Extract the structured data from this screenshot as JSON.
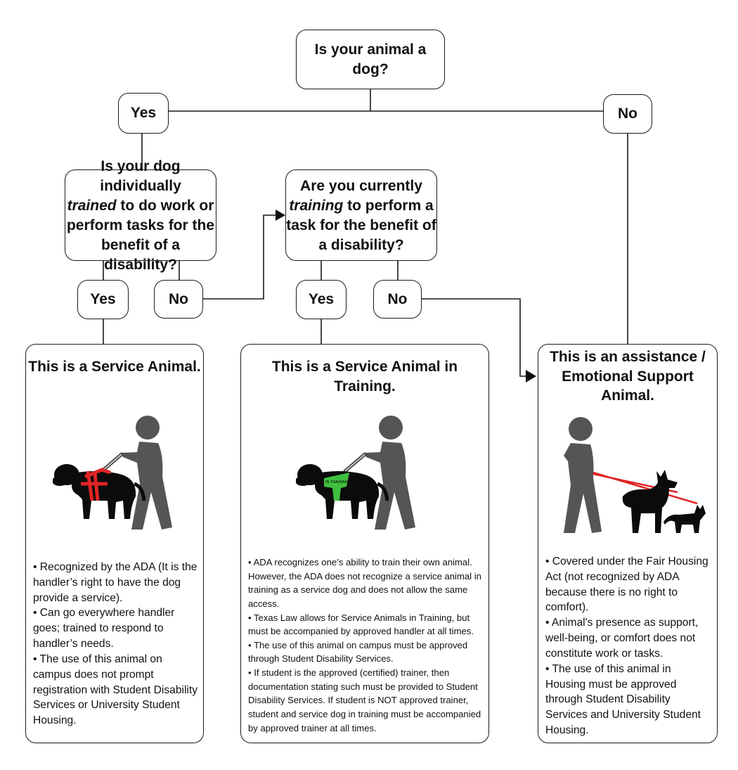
{
  "root_question": "Is your animal a dog?",
  "root_yes": "Yes",
  "root_no": "No",
  "q_trained": {
    "line1": "Is your dog individually",
    "line2_italic": "trained",
    "line2_rest": " to do work or",
    "line3": "perform tasks for the",
    "line4": "benefit of a disability?"
  },
  "q_training": {
    "line1": "Are you currently",
    "line2_italic": "training",
    "line2_rest": " to perform a",
    "line3": "task for the benefit of",
    "line4": "a disability?"
  },
  "trained_yes": "Yes",
  "trained_no": "No",
  "training_yes": "Yes",
  "training_no": "No",
  "results": {
    "service": {
      "title": "This is a Service Animal.",
      "harness_color": "#e02424",
      "bullets": [
        "• Recognized by the ADA (It is the handler’s right to have the dog provide a service).",
        "• Can go everywhere handler goes; trained to respond to handler’s needs.",
        "• The use of this animal on campus does not prompt registration with Student Disability Services or University Student Housing."
      ]
    },
    "training": {
      "title": "This is a Service Animal in Training.",
      "harness_color": "#3fbf3f",
      "harness_text": "IN TRAINING",
      "bullets": [
        "• ADA recognizes one’s ability to train their own animal. However, the ADA does not recognize a service animal in training as a service dog and does not allow the same access.",
        "• Texas Law allows for Service Animals in Training, but must be accompanied by approved handler at all times.",
        "• The use of this animal on campus must be approved through Student Disability Services.",
        "• If student is the approved (certified) trainer, then documentation stating such must be provided to Student Disability Services.  If student is NOT approved trainer, student and service dog in training must be accompanied by approved trainer at all times."
      ]
    },
    "esa": {
      "title_line1": "This is an assistance /",
      "title_line2": "Emotional Support Animal.",
      "leash_color": "#e02424",
      "bullets": [
        "• Covered under the Fair Housing Act (not recognized by ADA because there is no right to comfort).",
        "• Animal's presence as support, well-being, or comfort does not constitute work or tasks.",
        "• The use of this animal in Housing must be approved through Student Disability Services and University Student Housing."
      ]
    }
  }
}
